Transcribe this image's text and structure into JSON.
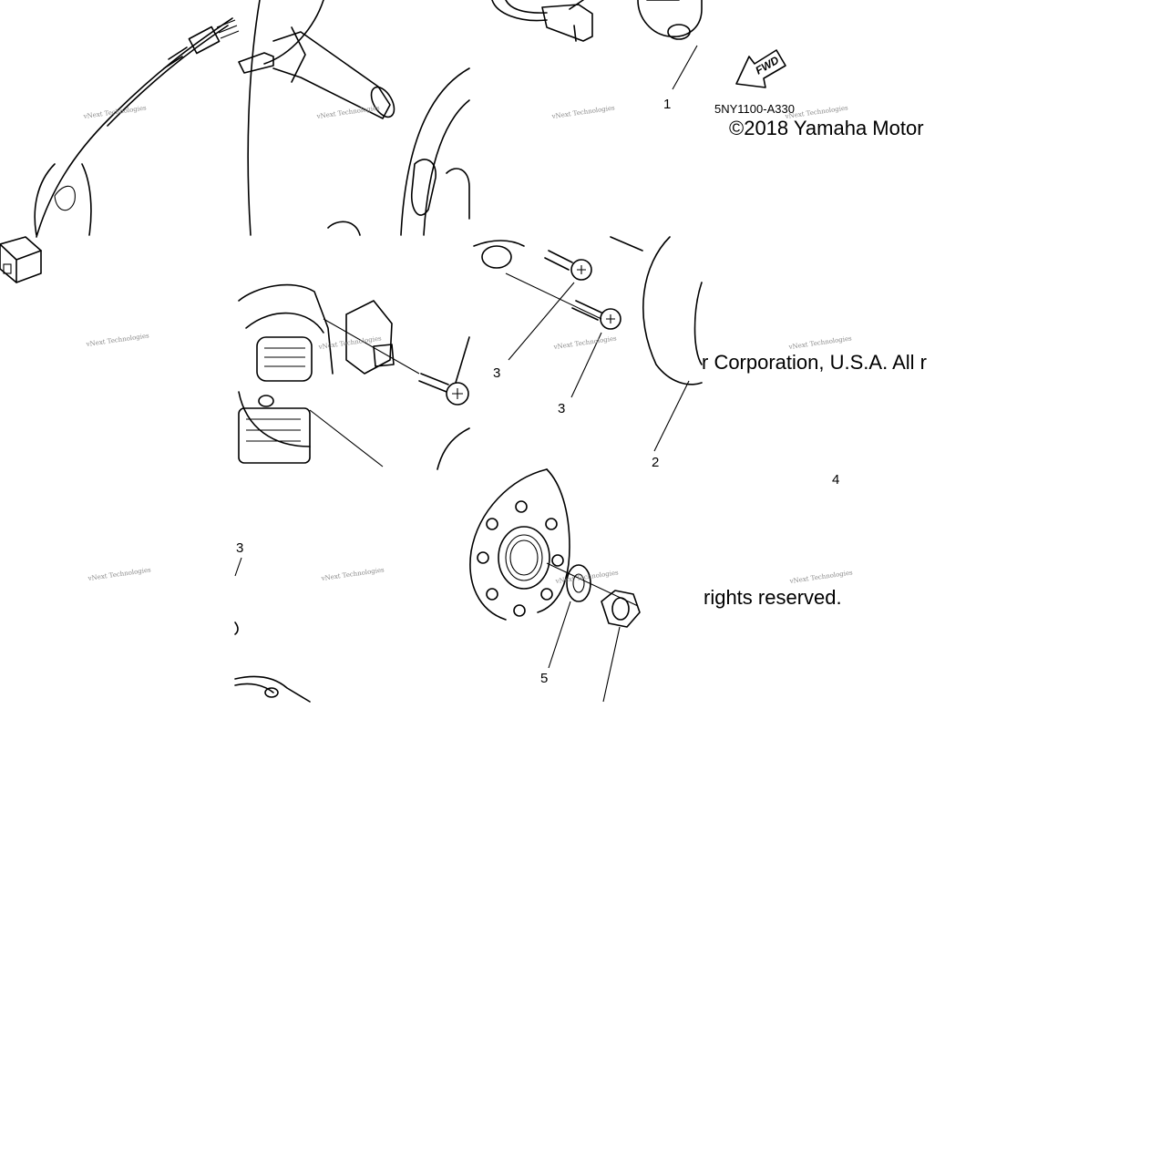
{
  "diagram": {
    "part_code": "5NY1100-A330",
    "fwd_label": "FWD",
    "copyright_line1": "©2018 Yamaha Motor",
    "copyright_line2": "r Corporation, U.S.A. All r",
    "copyright_line3": "rights reserved.",
    "watermark": "vNext Technologies",
    "callouts": [
      {
        "id": "c1",
        "label": "1"
      },
      {
        "id": "c2",
        "label": "2"
      },
      {
        "id": "c3a",
        "label": "3"
      },
      {
        "id": "c3b",
        "label": "3"
      },
      {
        "id": "c3c",
        "label": "3"
      },
      {
        "id": "c4",
        "label": "4"
      },
      {
        "id": "c5",
        "label": "5"
      }
    ]
  }
}
